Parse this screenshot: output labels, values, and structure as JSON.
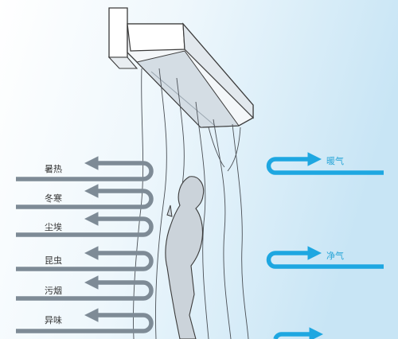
{
  "outside_labels": [
    "暑热",
    "冬寒",
    "尘埃",
    "昆虫",
    "污烟",
    "异味"
  ],
  "inside_labels": [
    "暖气",
    "净气"
  ],
  "colors": {
    "background_top": "#ffffff",
    "background_bottom": "#cfe8f6",
    "blocked_arrow": "#7e8b96",
    "inside_arrow": "#1ea7e1",
    "label_left": "#333333",
    "label_right": "#2aa6d8"
  }
}
